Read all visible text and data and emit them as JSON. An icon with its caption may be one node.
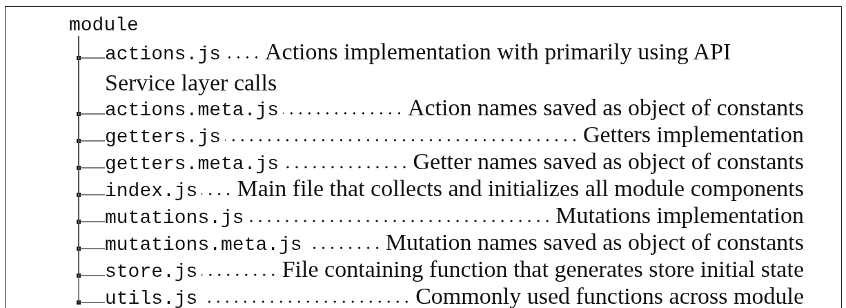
{
  "diagram": {
    "nodes": [
      {
        "text": [
          "module"
        ]
      },
      {
        "text": [
          "actions.js",
          "Actions implementation with primarily using API Service layer calls"
        ]
      },
      {
        "text": [
          "actions.meta.js",
          "Action names saved as object of constants"
        ]
      },
      {
        "text": [
          "getters.js",
          "Getters implementation"
        ]
      },
      {
        "text": [
          "getters.meta.js",
          "Getter names saved as object of constants"
        ]
      },
      {
        "text": [
          "index.js",
          "Main file that collects and initializes all module components"
        ]
      },
      {
        "text": [
          "mutations.js",
          "Mutations implementation"
        ]
      },
      {
        "text": [
          "mutations.meta.js",
          "Mutation names saved as object of constants"
        ]
      },
      {
        "text": [
          "store.js",
          "File containing function that generates store initial state"
        ]
      },
      {
        "text": [
          "utils.js",
          "Commonly used functions across module"
        ]
      }
    ],
    "edges": [
      {
        "from": 0,
        "to": 1,
        "arrow": "none"
      },
      {
        "from": 0,
        "to": 2,
        "arrow": "none"
      },
      {
        "from": 0,
        "to": 3,
        "arrow": "none"
      },
      {
        "from": 0,
        "to": 4,
        "arrow": "none"
      },
      {
        "from": 0,
        "to": 5,
        "arrow": "none"
      },
      {
        "from": 0,
        "to": 6,
        "arrow": "none"
      },
      {
        "from": 0,
        "to": 7,
        "arrow": "none"
      },
      {
        "from": 0,
        "to": 8,
        "arrow": "none"
      },
      {
        "from": 0,
        "to": 9,
        "arrow": "none"
      }
    ]
  }
}
